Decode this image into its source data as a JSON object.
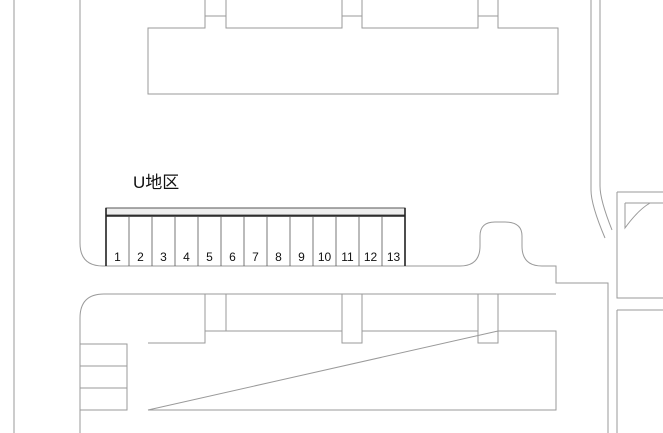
{
  "area": {
    "label": "U地区"
  },
  "parking": {
    "spaces": [
      "1",
      "2",
      "3",
      "4",
      "5",
      "6",
      "7",
      "8",
      "9",
      "10",
      "11",
      "12",
      "13"
    ]
  }
}
